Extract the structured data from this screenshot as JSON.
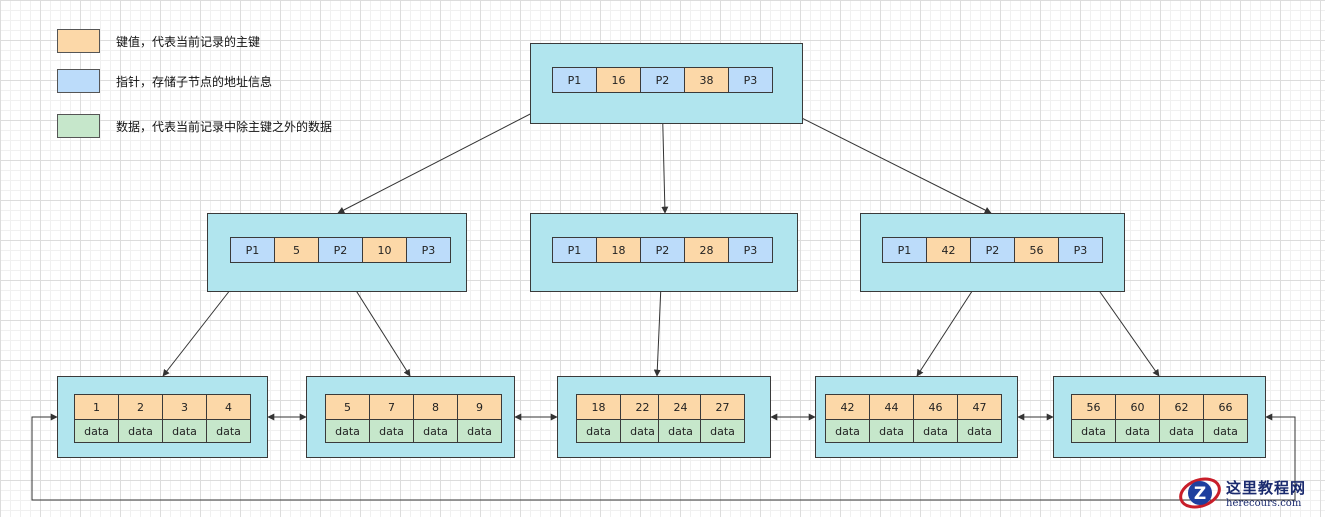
{
  "legend": [
    {
      "label": "键值，代表当前记录的主键",
      "color": "#fcd8a8"
    },
    {
      "label": "指针，存储子节点的地址信息",
      "color": "#bcdcfa"
    },
    {
      "label": "数据，代表当前记录中除主键之外的数据",
      "color": "#c6e7cb"
    }
  ],
  "colors": {
    "node_bg": "#b1e5ee",
    "key": "#fcd8a8",
    "pointer": "#bcdcfa",
    "data": "#c6e7cb"
  },
  "root": {
    "cells": [
      "P1",
      "16",
      "P2",
      "38",
      "P3"
    ]
  },
  "internal": [
    {
      "cells": [
        "P1",
        "5",
        "P2",
        "10",
        "P3"
      ]
    },
    {
      "cells": [
        "P1",
        "18",
        "P2",
        "28",
        "P3"
      ]
    },
    {
      "cells": [
        "P1",
        "42",
        "P2",
        "56",
        "P3"
      ]
    }
  ],
  "leaves": [
    {
      "keys": [
        "1",
        "2",
        "3",
        "4"
      ],
      "data": [
        "data",
        "data",
        "data",
        "data"
      ]
    },
    {
      "keys": [
        "5",
        "7",
        "8",
        "9"
      ],
      "data": [
        "data",
        "data",
        "data",
        "data"
      ]
    },
    {
      "keys": [
        "18",
        "22",
        "24",
        "27"
      ],
      "data": [
        "data",
        "data",
        "data",
        "data"
      ]
    },
    {
      "keys": [
        "42",
        "44",
        "46",
        "47"
      ],
      "data": [
        "data",
        "data",
        "data",
        "data"
      ]
    },
    {
      "keys": [
        "56",
        "60",
        "62",
        "66"
      ],
      "data": [
        "data",
        "data",
        "data",
        "data"
      ]
    }
  ],
  "watermark": {
    "logo_letter": "Z",
    "title": "这里教程网",
    "subtitle": "herecours.com"
  }
}
